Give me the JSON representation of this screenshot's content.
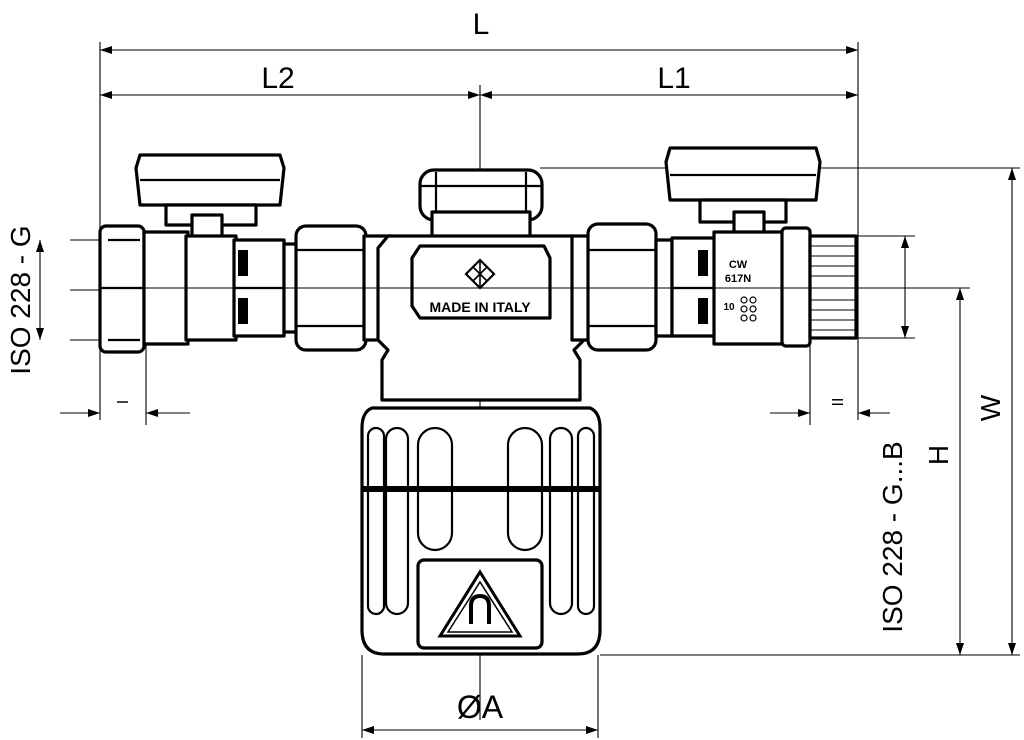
{
  "dimensions": {
    "L": "L",
    "L1": "L1",
    "L2": "L2",
    "W": "W",
    "H": "H",
    "A": "ØA",
    "thread_left": "ISO 228 - G",
    "thread_right": "ISO 228 - G...B",
    "engage_left": "I",
    "engage_right": "II"
  },
  "markings": {
    "made_in": "MADE IN ITALY",
    "valve_code_line1": "CW",
    "valve_code_line2": "617N",
    "valve_size": "10"
  }
}
